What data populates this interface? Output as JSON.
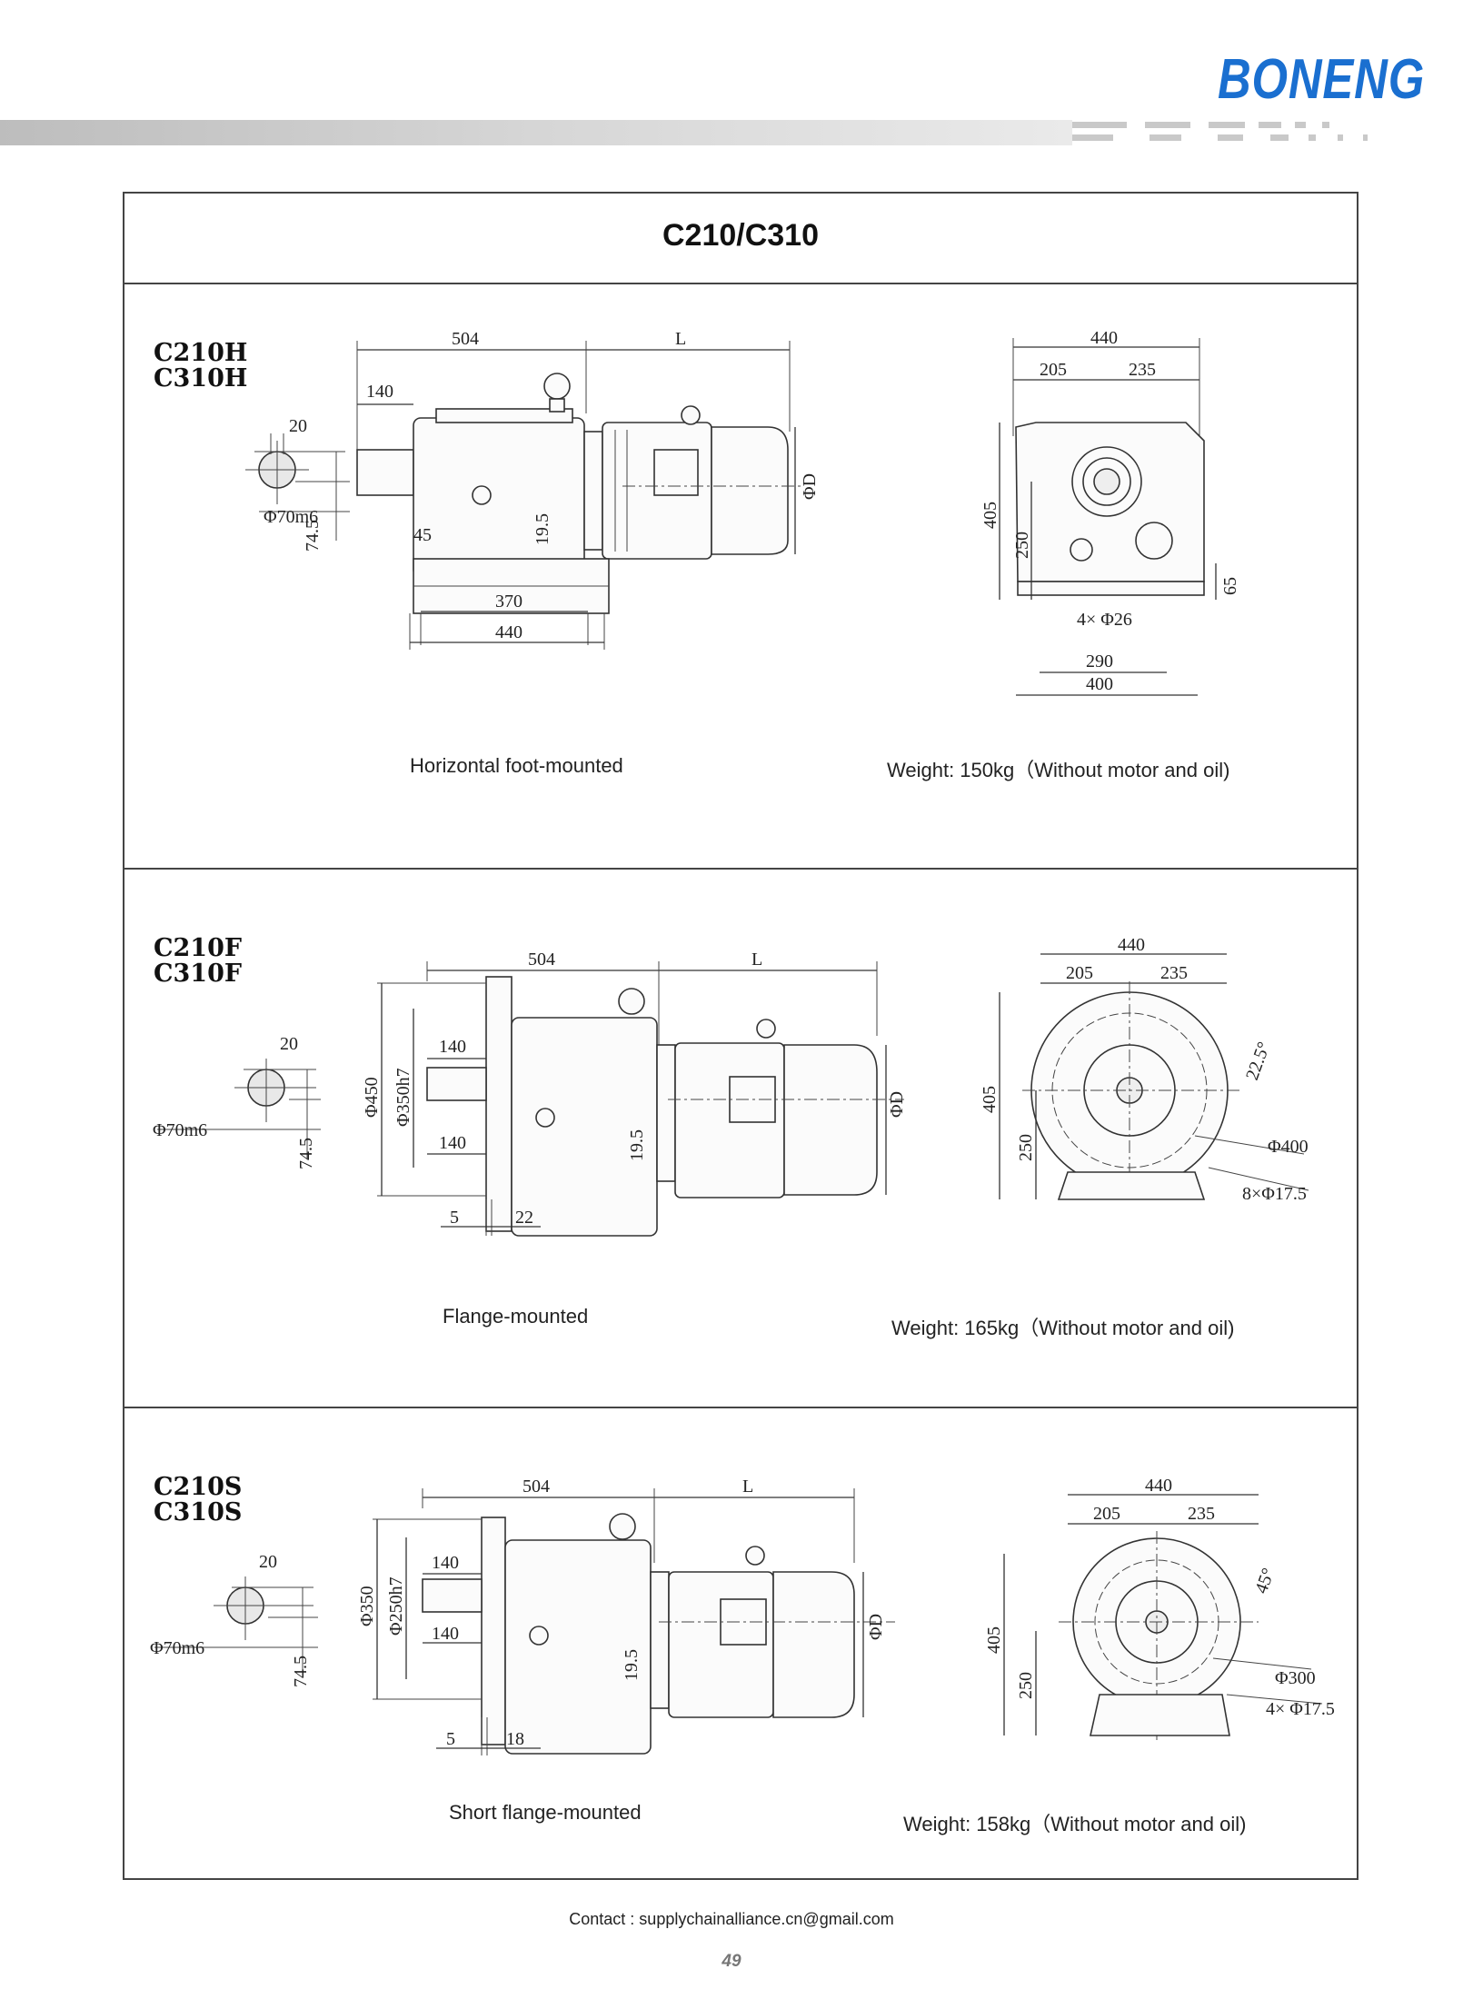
{
  "header": {
    "brand": "BONENG"
  },
  "title": "C210/C310",
  "sections": [
    {
      "model_1": "C210H",
      "model_2": "C310H",
      "caption": "Horizontal foot-mounted",
      "weight": "Weight: 150kg（Without motor and oil)",
      "dims": {
        "len_504": "504",
        "len_l": "L",
        "len_140": "140",
        "key_20": "20",
        "shaft": "Φ70m6",
        "h_74_5": "74.5",
        "h_45": "45",
        "h_19_5": "19.5",
        "w_370": "370",
        "w_440": "440",
        "phi_d": "ΦD",
        "e_440": "440",
        "e_205": "205",
        "e_235": "235",
        "e_405": "405",
        "e_250": "250",
        "e_65": "65",
        "e_holes": "4× Φ26",
        "e_290": "290",
        "e_400": "400"
      }
    },
    {
      "model_1": "C210F",
      "model_2": "C310F",
      "caption": "Flange-mounted",
      "weight": "Weight: 165kg（Without motor and oil)",
      "dims": {
        "len_504": "504",
        "len_l": "L",
        "key_20": "20",
        "shaft": "Φ70m6",
        "h_74_5": "74.5",
        "f_140_top": "140",
        "f_140_bot": "140",
        "f_450": "Φ450",
        "f_350": "Φ350h7",
        "h_19_5": "19.5",
        "f_5": "5",
        "f_22": "22",
        "phi_d": "ΦD",
        "e_440": "440",
        "e_205": "205",
        "e_235": "235",
        "e_405": "405",
        "e_250": "250",
        "e_angle": "22.5°",
        "e_pcd": "Φ400",
        "e_holes": "8×Φ17.5"
      }
    },
    {
      "model_1": "C210S",
      "model_2": "C310S",
      "caption": "Short flange-mounted",
      "weight": "Weight: 158kg（Without motor and oil)",
      "dims": {
        "len_504": "504",
        "len_l": "L",
        "key_20": "20",
        "shaft": "Φ70m6",
        "h_74_5": "74.5",
        "f_140_top": "140",
        "f_140_bot": "140",
        "f_350": "Φ350",
        "f_250": "Φ250h7",
        "h_19_5": "19.5",
        "f_5": "5",
        "f_18": "18",
        "phi_d": "ΦD",
        "e_440": "440",
        "e_205": "205",
        "e_235": "235",
        "e_405": "405",
        "e_250": "250",
        "e_angle": "45°",
        "e_pcd": "Φ300",
        "e_holes": "4× Φ17.5"
      }
    }
  ],
  "footer": {
    "contact": "Contact : supplychainalliance.cn@gmail.com",
    "page": "49"
  },
  "colors": {
    "brand": "#1a6fd0",
    "frame": "#444444"
  }
}
